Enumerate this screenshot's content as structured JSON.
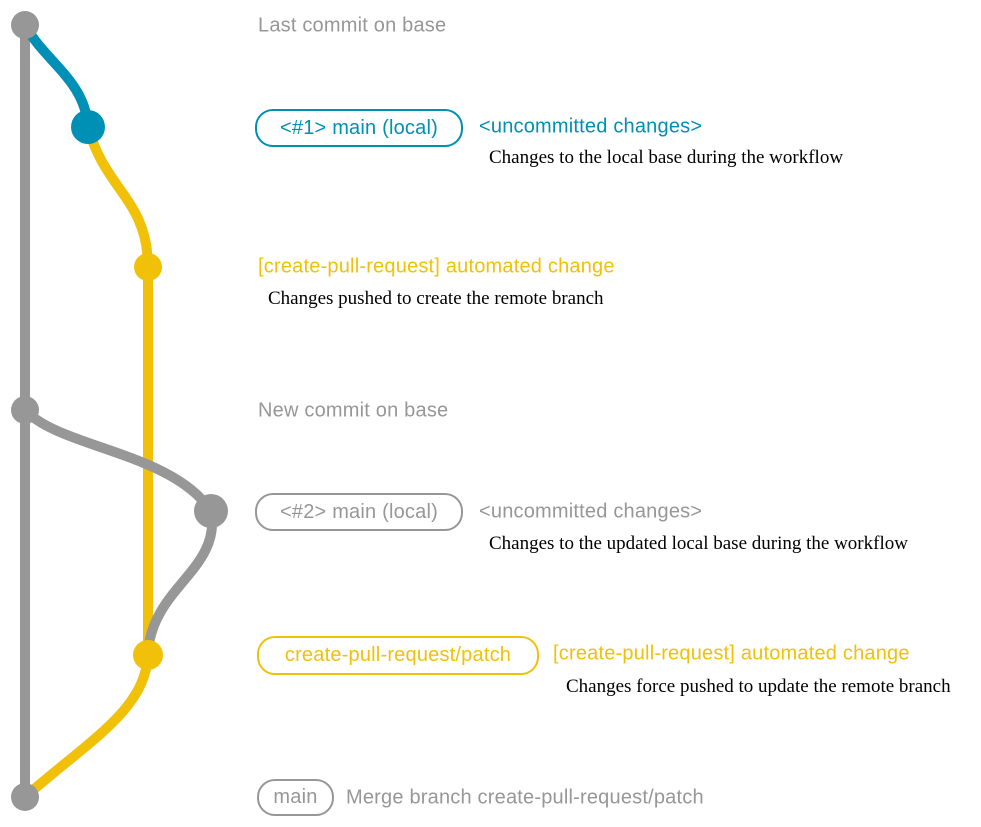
{
  "colors": {
    "base_gray": "#979797",
    "branch_blue": "#008fb5",
    "branch_yellow": "#f1c109",
    "detail_black": "#000000",
    "background": "#ffffff"
  },
  "graph": {
    "branches": [
      {
        "name": "base",
        "color_key": "base_gray"
      },
      {
        "name": "main (local)",
        "color_key": "branch_blue"
      },
      {
        "name": "create-pull-request/patch",
        "color_key": "branch_yellow"
      }
    ],
    "commit_count": 7
  },
  "rows": {
    "last_commit": {
      "note": "Last commit on base"
    },
    "main_local_1": {
      "badge": "<#1> main (local)",
      "message": "<uncommitted changes>",
      "detail": "Changes to the local base during the workflow"
    },
    "automated_1": {
      "message": "[create-pull-request] automated change",
      "detail": "Changes pushed to create the remote branch"
    },
    "new_commit": {
      "note": "New commit on base"
    },
    "main_local_2": {
      "badge": "<#2> main (local)",
      "message": "<uncommitted changes>",
      "detail": "Changes to the updated local base during the workflow"
    },
    "automated_2": {
      "badge": "create-pull-request/patch",
      "message": "[create-pull-request] automated change",
      "detail": "Changes force pushed to update the remote branch"
    },
    "merge": {
      "badge": "main",
      "note": "Merge branch create-pull-request/patch"
    }
  }
}
